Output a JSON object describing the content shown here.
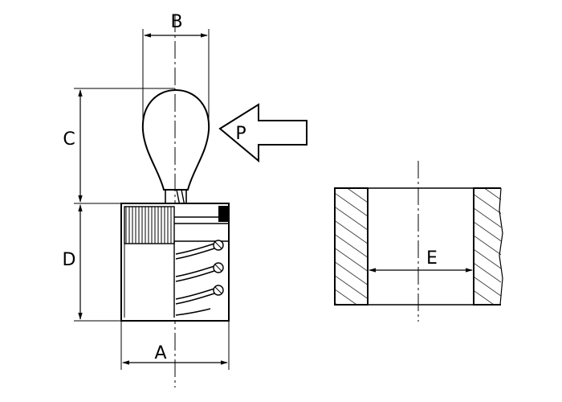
{
  "labels": {
    "dim_a": "A",
    "dim_b": "B",
    "dim_c": "C",
    "dim_d": "D",
    "dim_e": "E",
    "force_p": "P"
  },
  "colors": {
    "ink": "#000000",
    "background": "#ffffff"
  }
}
